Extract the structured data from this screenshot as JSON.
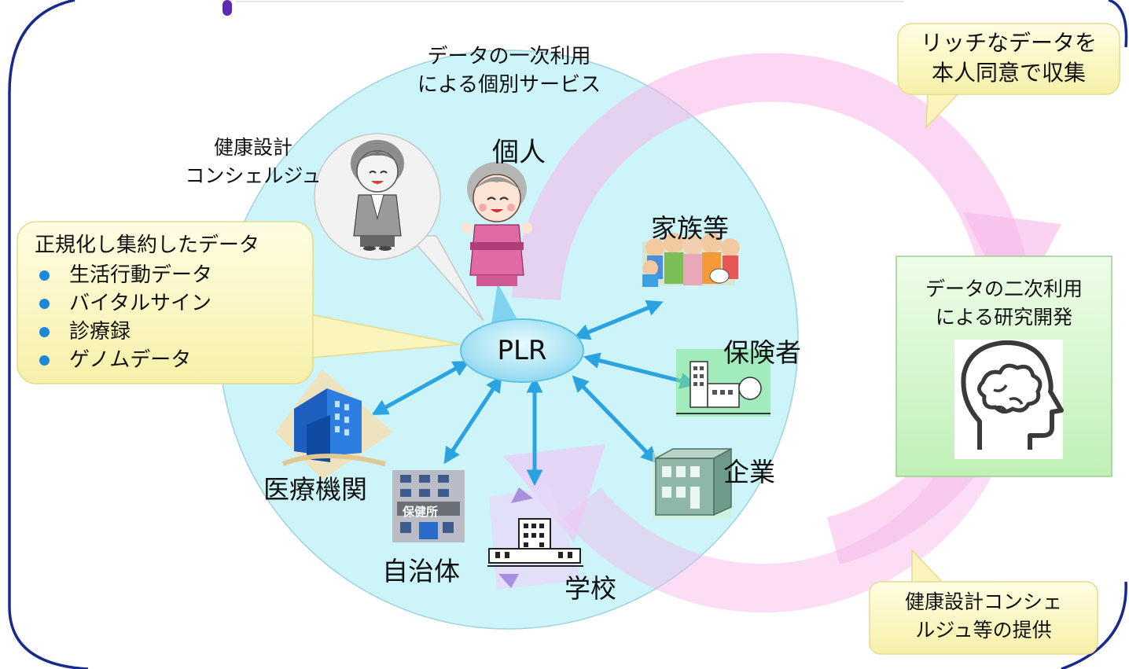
{
  "primary_use": {
    "line1": "データの一次利用",
    "line2": "による個別サービス"
  },
  "concierge": {
    "line1": "健康設計",
    "line2": "コンシェルジュ"
  },
  "individual": "個人",
  "family": "家族等",
  "insurer": "保険者",
  "company": "企業",
  "school": "学校",
  "municipality": "自治体",
  "municipality_sign": "保健所",
  "medical": "医療機関",
  "hub": "PLR",
  "data_box": {
    "title": "正規化し集約したデータ",
    "items": [
      "生活行動データ",
      "バイタルサイン",
      "診療録",
      "ゲノムデータ"
    ]
  },
  "rich_data": {
    "line1": "リッチなデータを",
    "line2": "本人同意で収集"
  },
  "secondary_use": {
    "line1": "データの二次利用",
    "line2": "による研究開発"
  },
  "concierge_provide": {
    "line1": "健康設計コンシェ",
    "line2": "ルジュ等の提供"
  },
  "colors": {
    "frame": "#1a2a8c",
    "circle": "#cdf4f8",
    "arrow": "#2aa3e0",
    "cycle": "#f7b6ea",
    "callout": "#fdf8c6",
    "research_box": "#cdf3c6"
  }
}
